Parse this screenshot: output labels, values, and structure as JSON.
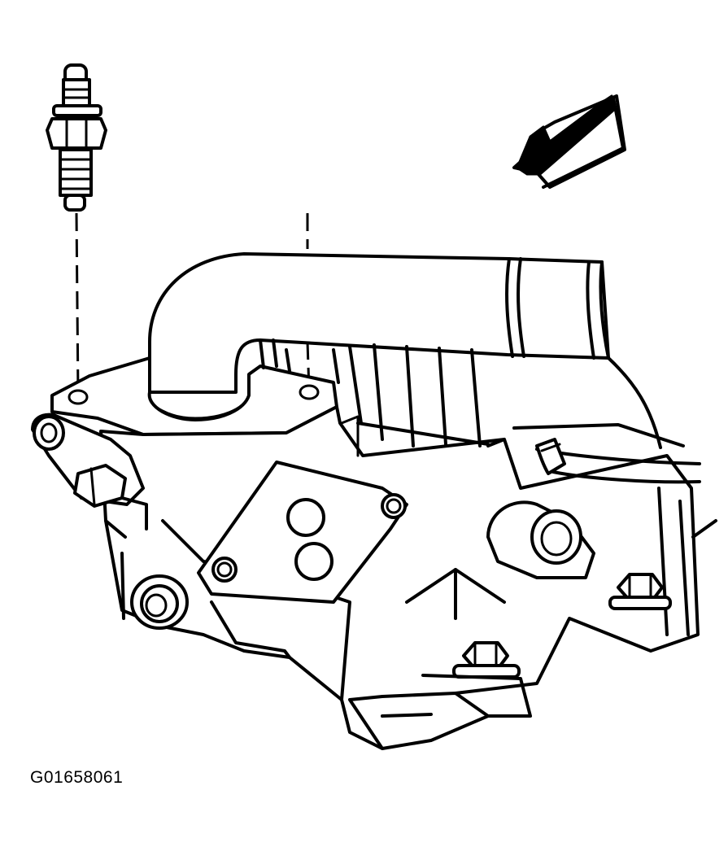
{
  "figure": {
    "id_label": "G01658061"
  },
  "illustration": {
    "subject": "engine-coolant-outlet-and-stud-assembly",
    "parts": [
      "stud-bolt",
      "coolant-outlet-elbow",
      "gasket-plate",
      "mount-bolts",
      "view-direction-arrow"
    ]
  }
}
